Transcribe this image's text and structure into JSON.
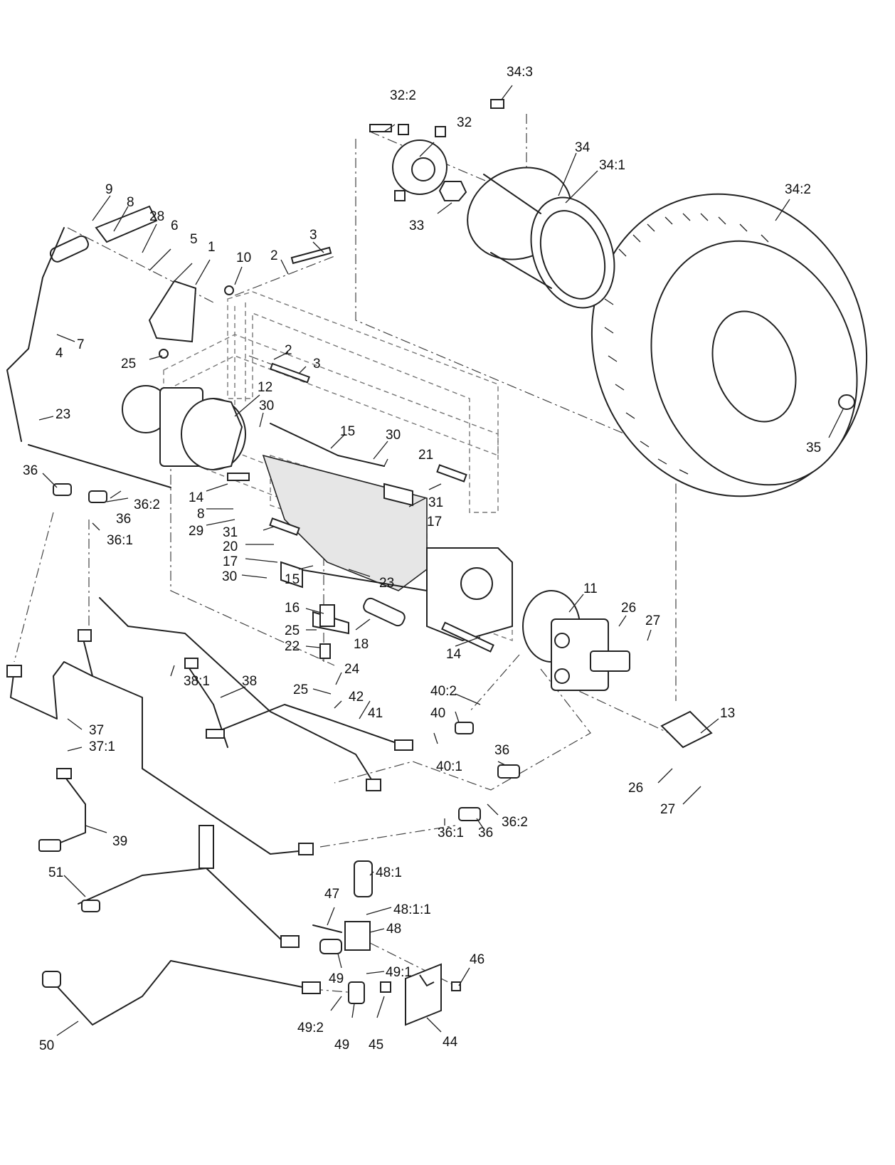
{
  "diagram": {
    "callouts": [
      {
        "id": "1",
        "text": "1"
      },
      {
        "id": "2a",
        "text": "2"
      },
      {
        "id": "2b",
        "text": "2"
      },
      {
        "id": "3a",
        "text": "3"
      },
      {
        "id": "3b",
        "text": "3"
      },
      {
        "id": "4",
        "text": "4"
      },
      {
        "id": "5",
        "text": "5"
      },
      {
        "id": "6",
        "text": "6"
      },
      {
        "id": "7",
        "text": "7"
      },
      {
        "id": "8a",
        "text": "8"
      },
      {
        "id": "8b",
        "text": "8"
      },
      {
        "id": "9",
        "text": "9"
      },
      {
        "id": "10",
        "text": "10"
      },
      {
        "id": "11",
        "text": "11"
      },
      {
        "id": "12",
        "text": "12"
      },
      {
        "id": "13",
        "text": "13"
      },
      {
        "id": "14a",
        "text": "14"
      },
      {
        "id": "14b",
        "text": "14"
      },
      {
        "id": "15a",
        "text": "15"
      },
      {
        "id": "15b",
        "text": "15"
      },
      {
        "id": "16",
        "text": "16"
      },
      {
        "id": "17a",
        "text": "17"
      },
      {
        "id": "17b",
        "text": "17"
      },
      {
        "id": "18",
        "text": "18"
      },
      {
        "id": "20",
        "text": "20"
      },
      {
        "id": "21",
        "text": "21"
      },
      {
        "id": "22",
        "text": "22"
      },
      {
        "id": "23a",
        "text": "23"
      },
      {
        "id": "23b",
        "text": "23"
      },
      {
        "id": "24",
        "text": "24"
      },
      {
        "id": "25a",
        "text": "25"
      },
      {
        "id": "25b",
        "text": "25"
      },
      {
        "id": "25c",
        "text": "25"
      },
      {
        "id": "26a",
        "text": "26"
      },
      {
        "id": "26b",
        "text": "26"
      },
      {
        "id": "27a",
        "text": "27"
      },
      {
        "id": "27b",
        "text": "27"
      },
      {
        "id": "28",
        "text": "28"
      },
      {
        "id": "29",
        "text": "29"
      },
      {
        "id": "30a",
        "text": "30"
      },
      {
        "id": "30b",
        "text": "30"
      },
      {
        "id": "30c",
        "text": "30"
      },
      {
        "id": "31a",
        "text": "31"
      },
      {
        "id": "31b",
        "text": "31"
      },
      {
        "id": "32",
        "text": "32"
      },
      {
        "id": "32_2",
        "text": "32:2"
      },
      {
        "id": "33",
        "text": "33"
      },
      {
        "id": "34",
        "text": "34"
      },
      {
        "id": "34_1",
        "text": "34:1"
      },
      {
        "id": "34_2",
        "text": "34:2"
      },
      {
        "id": "34_3",
        "text": "34:3"
      },
      {
        "id": "35",
        "text": "35"
      },
      {
        "id": "36a",
        "text": "36"
      },
      {
        "id": "36b",
        "text": "36"
      },
      {
        "id": "36c",
        "text": "36"
      },
      {
        "id": "36d",
        "text": "36"
      },
      {
        "id": "36_1a",
        "text": "36:1"
      },
      {
        "id": "36_1b",
        "text": "36:1"
      },
      {
        "id": "36_2a",
        "text": "36:2"
      },
      {
        "id": "36_2b",
        "text": "36:2"
      },
      {
        "id": "37",
        "text": "37"
      },
      {
        "id": "37_1",
        "text": "37:1"
      },
      {
        "id": "38",
        "text": "38"
      },
      {
        "id": "38_1",
        "text": "38:1"
      },
      {
        "id": "39",
        "text": "39"
      },
      {
        "id": "40",
        "text": "40"
      },
      {
        "id": "40_1",
        "text": "40:1"
      },
      {
        "id": "40_2",
        "text": "40:2"
      },
      {
        "id": "41",
        "text": "41"
      },
      {
        "id": "42",
        "text": "42"
      },
      {
        "id": "44",
        "text": "44"
      },
      {
        "id": "45",
        "text": "45"
      },
      {
        "id": "46",
        "text": "46"
      },
      {
        "id": "47",
        "text": "47"
      },
      {
        "id": "48",
        "text": "48"
      },
      {
        "id": "48_1",
        "text": "48:1"
      },
      {
        "id": "48_1_1",
        "text": "48:1:1"
      },
      {
        "id": "49a",
        "text": "49"
      },
      {
        "id": "49b",
        "text": "49"
      },
      {
        "id": "49_1",
        "text": "49:1"
      },
      {
        "id": "49_2",
        "text": "49:2"
      },
      {
        "id": "50",
        "text": "50"
      },
      {
        "id": "51",
        "text": "51"
      }
    ]
  }
}
